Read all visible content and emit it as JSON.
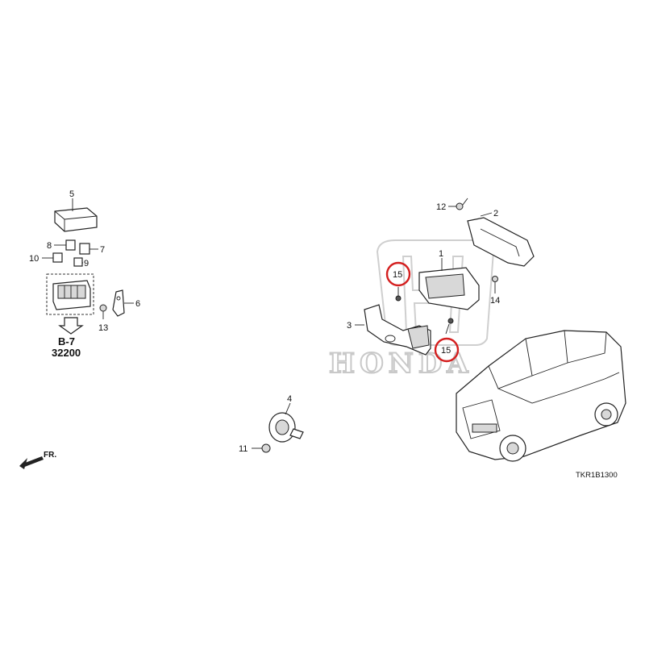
{
  "watermark": {
    "brand_text": "HONDA"
  },
  "callouts": [
    {
      "id": "1",
      "label": "1"
    },
    {
      "id": "2",
      "label": "2"
    },
    {
      "id": "3",
      "label": "3"
    },
    {
      "id": "4",
      "label": "4"
    },
    {
      "id": "5",
      "label": "5"
    },
    {
      "id": "6",
      "label": "6"
    },
    {
      "id": "7",
      "label": "7"
    },
    {
      "id": "8",
      "label": "8"
    },
    {
      "id": "9",
      "label": "9"
    },
    {
      "id": "10",
      "label": "10"
    },
    {
      "id": "11",
      "label": "11"
    },
    {
      "id": "12",
      "label": "12"
    },
    {
      "id": "13",
      "label": "13"
    },
    {
      "id": "14",
      "label": "14"
    },
    {
      "id": "15a",
      "label": "15",
      "highlighted": true
    },
    {
      "id": "15b",
      "label": "15",
      "highlighted": true
    }
  ],
  "reference": {
    "section": "B-7",
    "part_number": "32200"
  },
  "direction_label": "FR.",
  "diagram_code": "TKR1B1300",
  "colors": {
    "highlight": "#d41f1f",
    "ink": "#222222",
    "watermark": "#c9c9c9"
  },
  "icons": [
    "front-direction-arrow-icon",
    "reference-arrow-icon"
  ]
}
